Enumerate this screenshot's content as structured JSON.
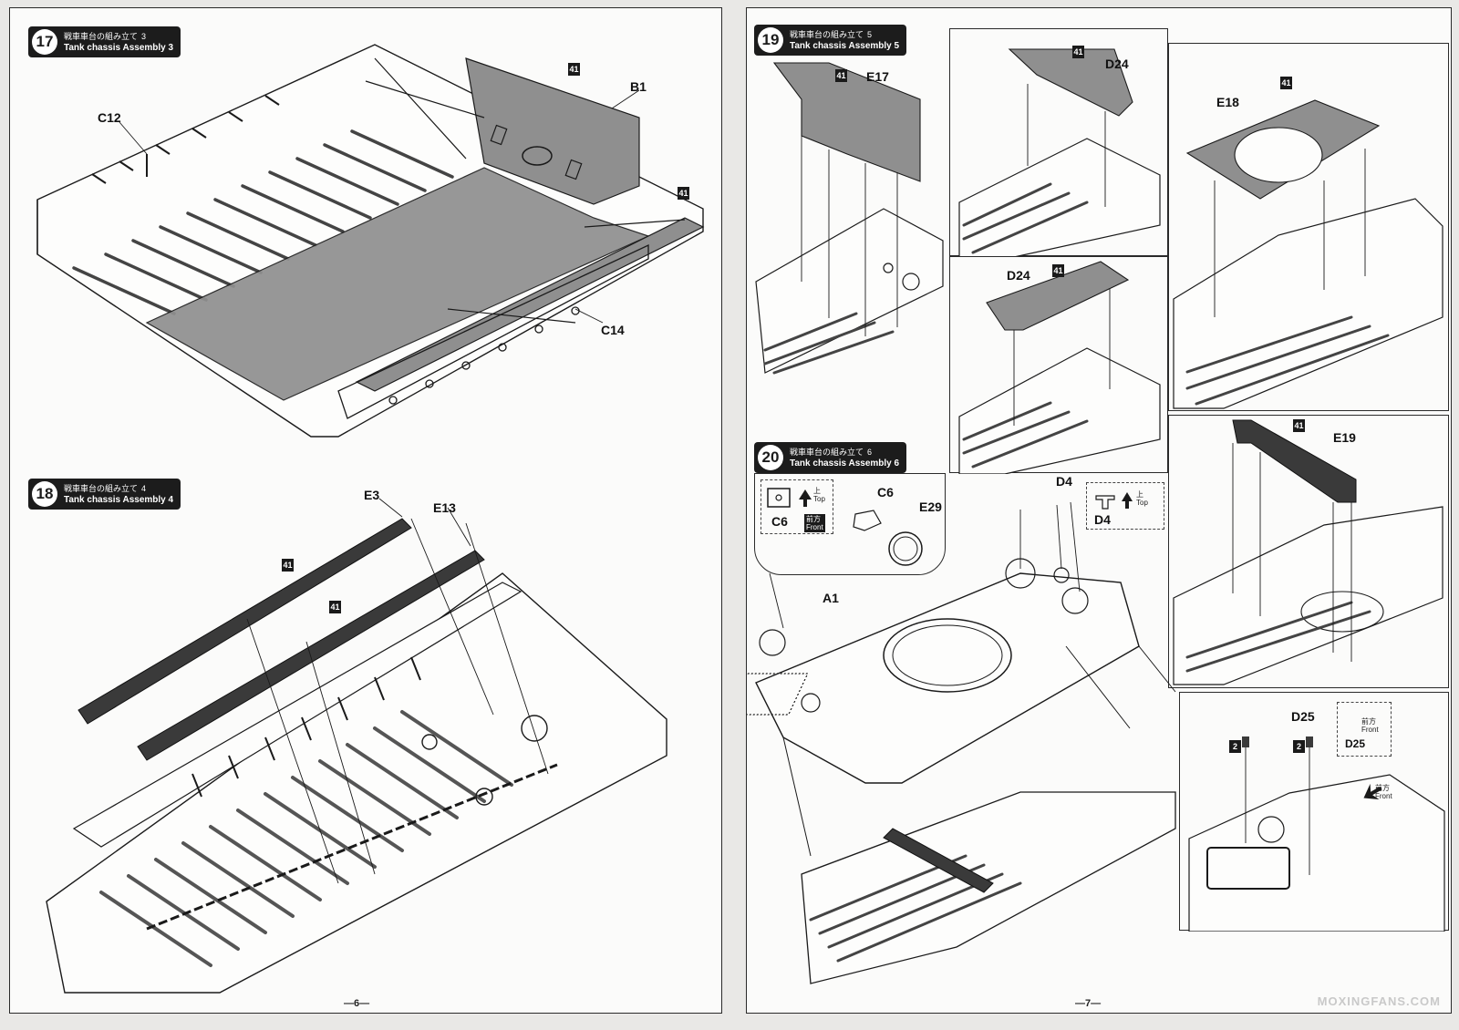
{
  "steps": [
    {
      "num": "17",
      "jp": "戦車車台の組み立て",
      "sub": "3",
      "en": "Tank chassis Assembly 3"
    },
    {
      "num": "18",
      "jp": "戦車車台の組み立て",
      "sub": "4",
      "en": "Tank chassis Assembly 4"
    },
    {
      "num": "19",
      "jp": "戦車車台の組み立て",
      "sub": "5",
      "en": "Tank chassis Assembly 5"
    },
    {
      "num": "20",
      "jp": "戦車車台の組み立て",
      "sub": "6",
      "en": "Tank chassis Assembly 6"
    }
  ],
  "parts": {
    "c12": "C12",
    "b1": "B1",
    "c14": "C14",
    "e3": "E3",
    "e13": "E13",
    "e17": "E17",
    "d24a": "D24",
    "d24b": "D24",
    "e18": "E18",
    "e19": "E19",
    "c6a": "C6",
    "c6b": "C6",
    "e29": "E29",
    "d4a": "D4",
    "d4b": "D4",
    "a1": "A1",
    "d25a": "D25",
    "d25b": "D25"
  },
  "badges": {
    "paint": "41",
    "qty": "2"
  },
  "notes": {
    "top_jp": "上",
    "top_en": "Top",
    "front_jp": "前方",
    "front_en": "Front"
  },
  "page_numbers": {
    "left": "—6—",
    "right": "—7—"
  },
  "watermark": "MOXINGFANS.COM",
  "colors": {
    "paper": "#fbfbfa",
    "line": "#1a1a1a",
    "gray_part": "#8f8f8f",
    "dark_part": "#3a3a3a"
  }
}
